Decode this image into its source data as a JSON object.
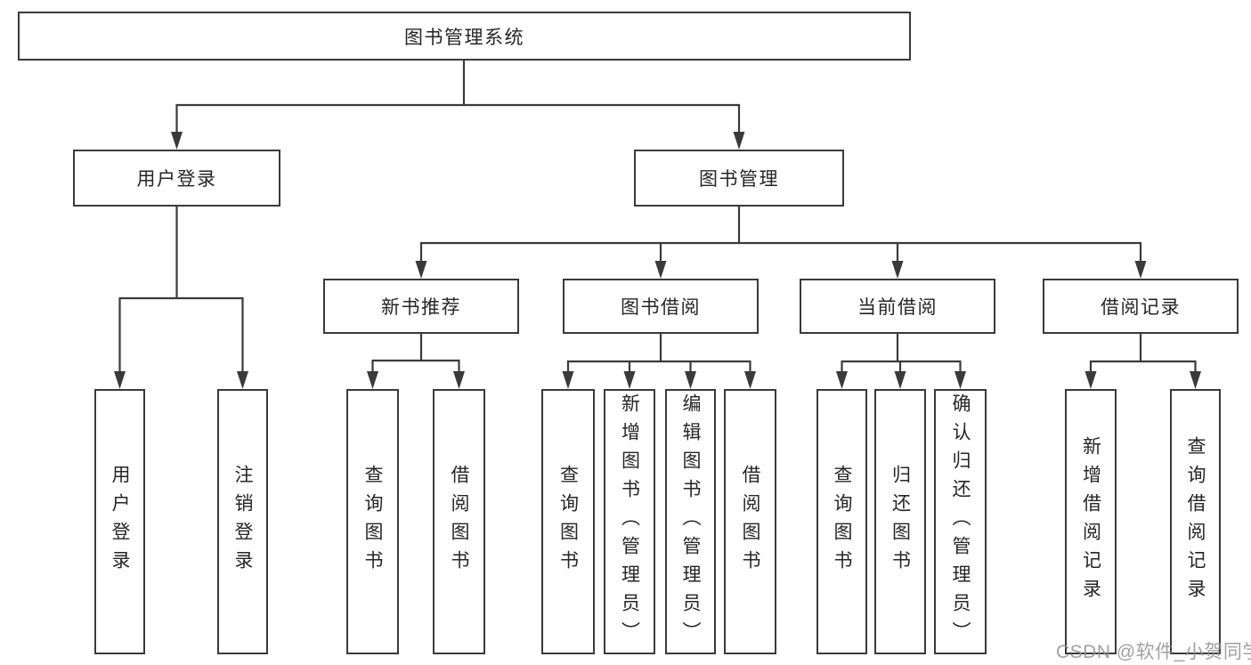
{
  "diagram_title": "图书管理系统",
  "nodes": {
    "root": "图书管理系统",
    "user_login": "用户登录",
    "book_mgmt": "图书管理",
    "new_book_rec": "新书推荐",
    "book_borrowing": "图书借阅",
    "current_borrowing": "当前借阅",
    "borrowing_records": "借阅记录",
    "leaf_user_login": "用户登录",
    "leaf_logout": "注销登录",
    "leaf_nbr_query_books": "查询图书",
    "leaf_nbr_borrow_books": "借阅图书",
    "leaf_bb_query_books": "查询图书",
    "leaf_bb_add_books": "新增图书（管理员）",
    "leaf_bb_edit_books": "编辑图书（管理员）",
    "leaf_bb_borrow_books": "借阅图书",
    "leaf_cb_query_books": "查询图书",
    "leaf_cb_return_books": "归还图书",
    "leaf_cb_confirm_return": "确认归还（管理员）",
    "leaf_br_add_record": "新增借阅记录",
    "leaf_br_query_record": "查询借阅记录"
  },
  "structure": {
    "图书管理系统": {
      "用户登录": [
        "用户登录",
        "注销登录"
      ],
      "图书管理": {
        "新书推荐": [
          "查询图书",
          "借阅图书"
        ],
        "图书借阅": [
          "查询图书",
          "新增图书（管理员）",
          "编辑图书（管理员）",
          "借阅图书"
        ],
        "当前借阅": [
          "查询图书",
          "归还图书",
          "确认归还（管理员）"
        ],
        "借阅记录": [
          "新增借阅记录",
          "查询借阅记录"
        ]
      }
    }
  },
  "watermark": "CSDN @软件_小贺同学",
  "colors": {
    "line": "#3a3a3a",
    "box_border": "#3a3a3a",
    "text": "#262626",
    "background": "#ffffff",
    "watermark": "#949494"
  }
}
